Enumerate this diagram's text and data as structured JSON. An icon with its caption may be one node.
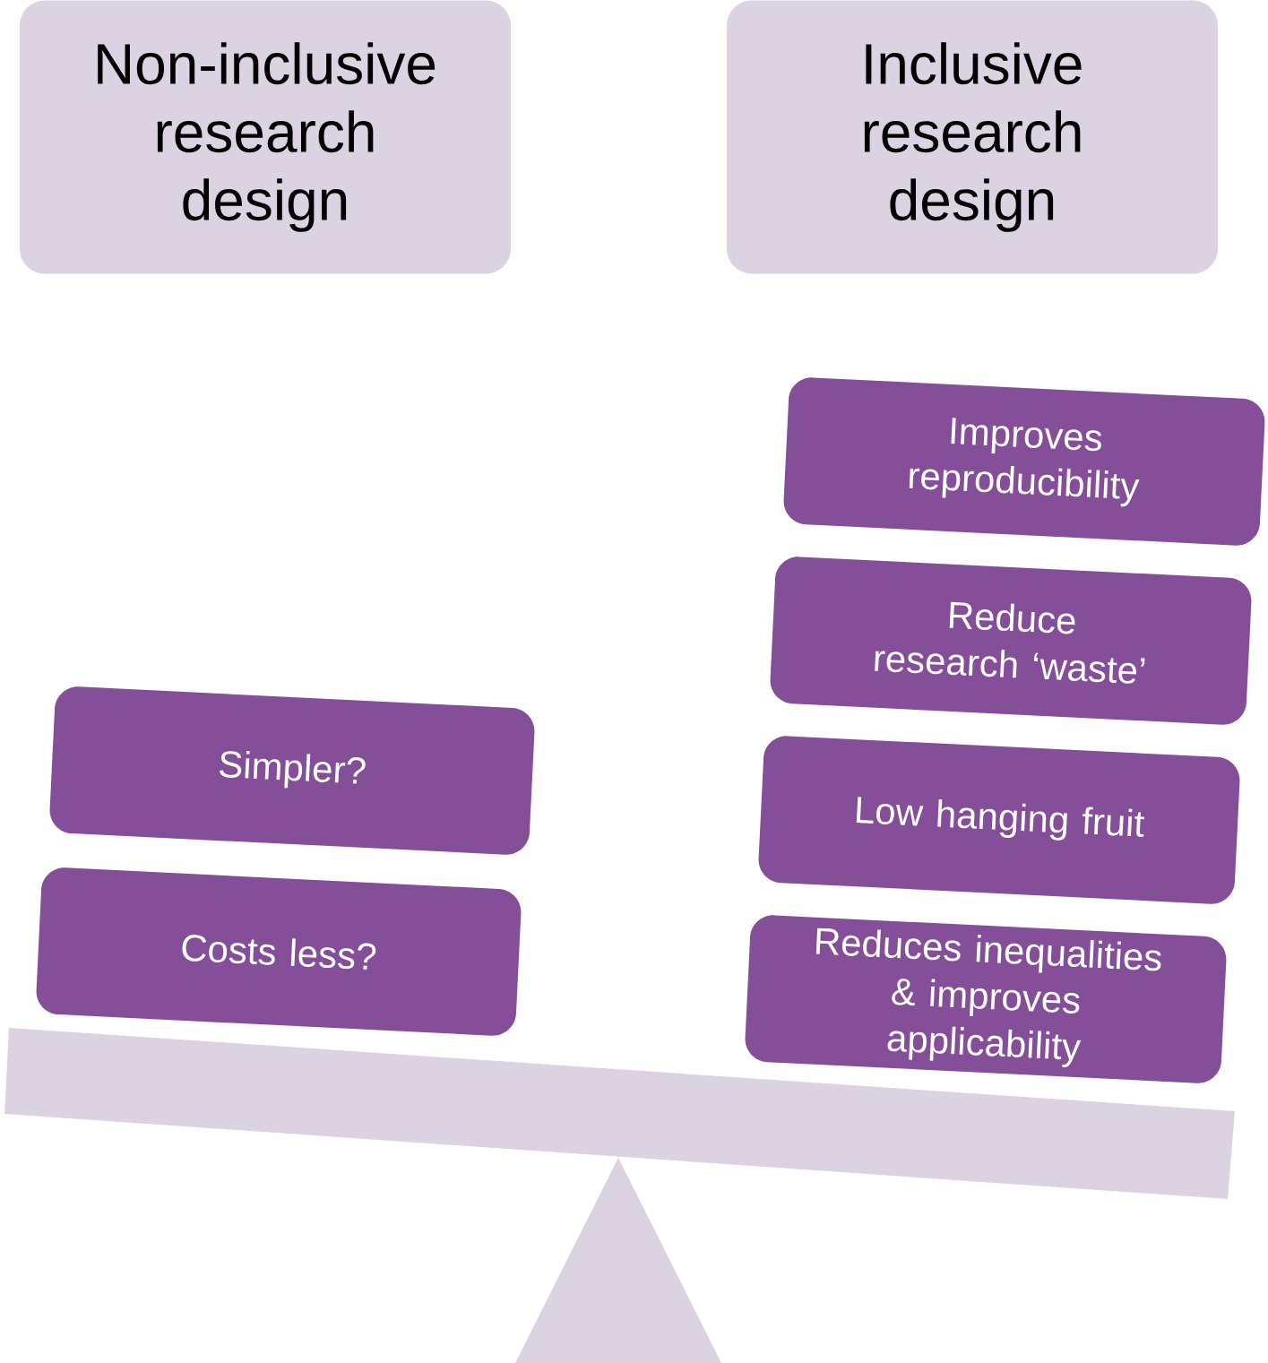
{
  "diagram": {
    "nodes": [
      {
        "text": [
          "Non-inclusive research design"
        ]
      },
      {
        "text": [
          "Inclusive research design"
        ]
      },
      {
        "text": [
          "Simpler?"
        ]
      },
      {
        "text": [
          "Costs less?"
        ]
      },
      {
        "text": [
          "Improves reproducibility"
        ]
      },
      {
        "text": [
          "Reduce research ‘waste’"
        ]
      },
      {
        "text": [
          "Low hanging fruit"
        ]
      },
      {
        "text": [
          "Reduces inequalities & improves applicability"
        ]
      }
    ]
  }
}
